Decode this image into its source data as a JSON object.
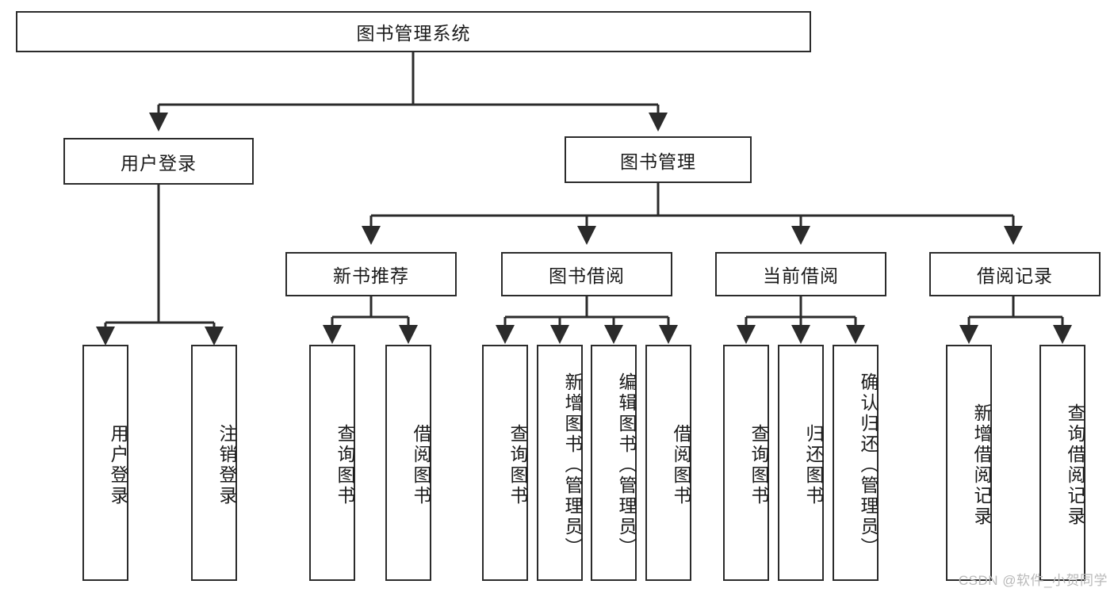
{
  "diagram": {
    "title": "图书管理系统",
    "watermark": "CSDN @软件_小贺同学",
    "line_color": "#2b2b2b",
    "box_border_color": "#2b2b2b",
    "box_fill_color": "#ffffff",
    "text_color": "#1a1a1a",
    "nodes": {
      "root": "图书管理系统",
      "user_login": "用户登录",
      "book_manage": "图书管理",
      "new_book_rec": "新书推荐",
      "book_borrow": "图书借阅",
      "current_borrow": "当前借阅",
      "borrow_record": "借阅记录",
      "leaf_user_login": "用户登录",
      "leaf_logout": "注销登录",
      "leaf_query_book_1": "查询图书",
      "leaf_borrow_book_1": "借阅图书",
      "leaf_query_book_2": "查询图书",
      "leaf_add_book_admin": "新增图书（管理员）",
      "leaf_edit_book_admin": "编辑图书（管理员）",
      "leaf_borrow_book_2": "借阅图书",
      "leaf_query_book_3": "查询图书",
      "leaf_return_book": "归还图书",
      "leaf_confirm_return_admin": "确认归还（管理员）",
      "leaf_add_record": "新增借阅记录",
      "leaf_query_record": "查询借阅记录"
    }
  }
}
